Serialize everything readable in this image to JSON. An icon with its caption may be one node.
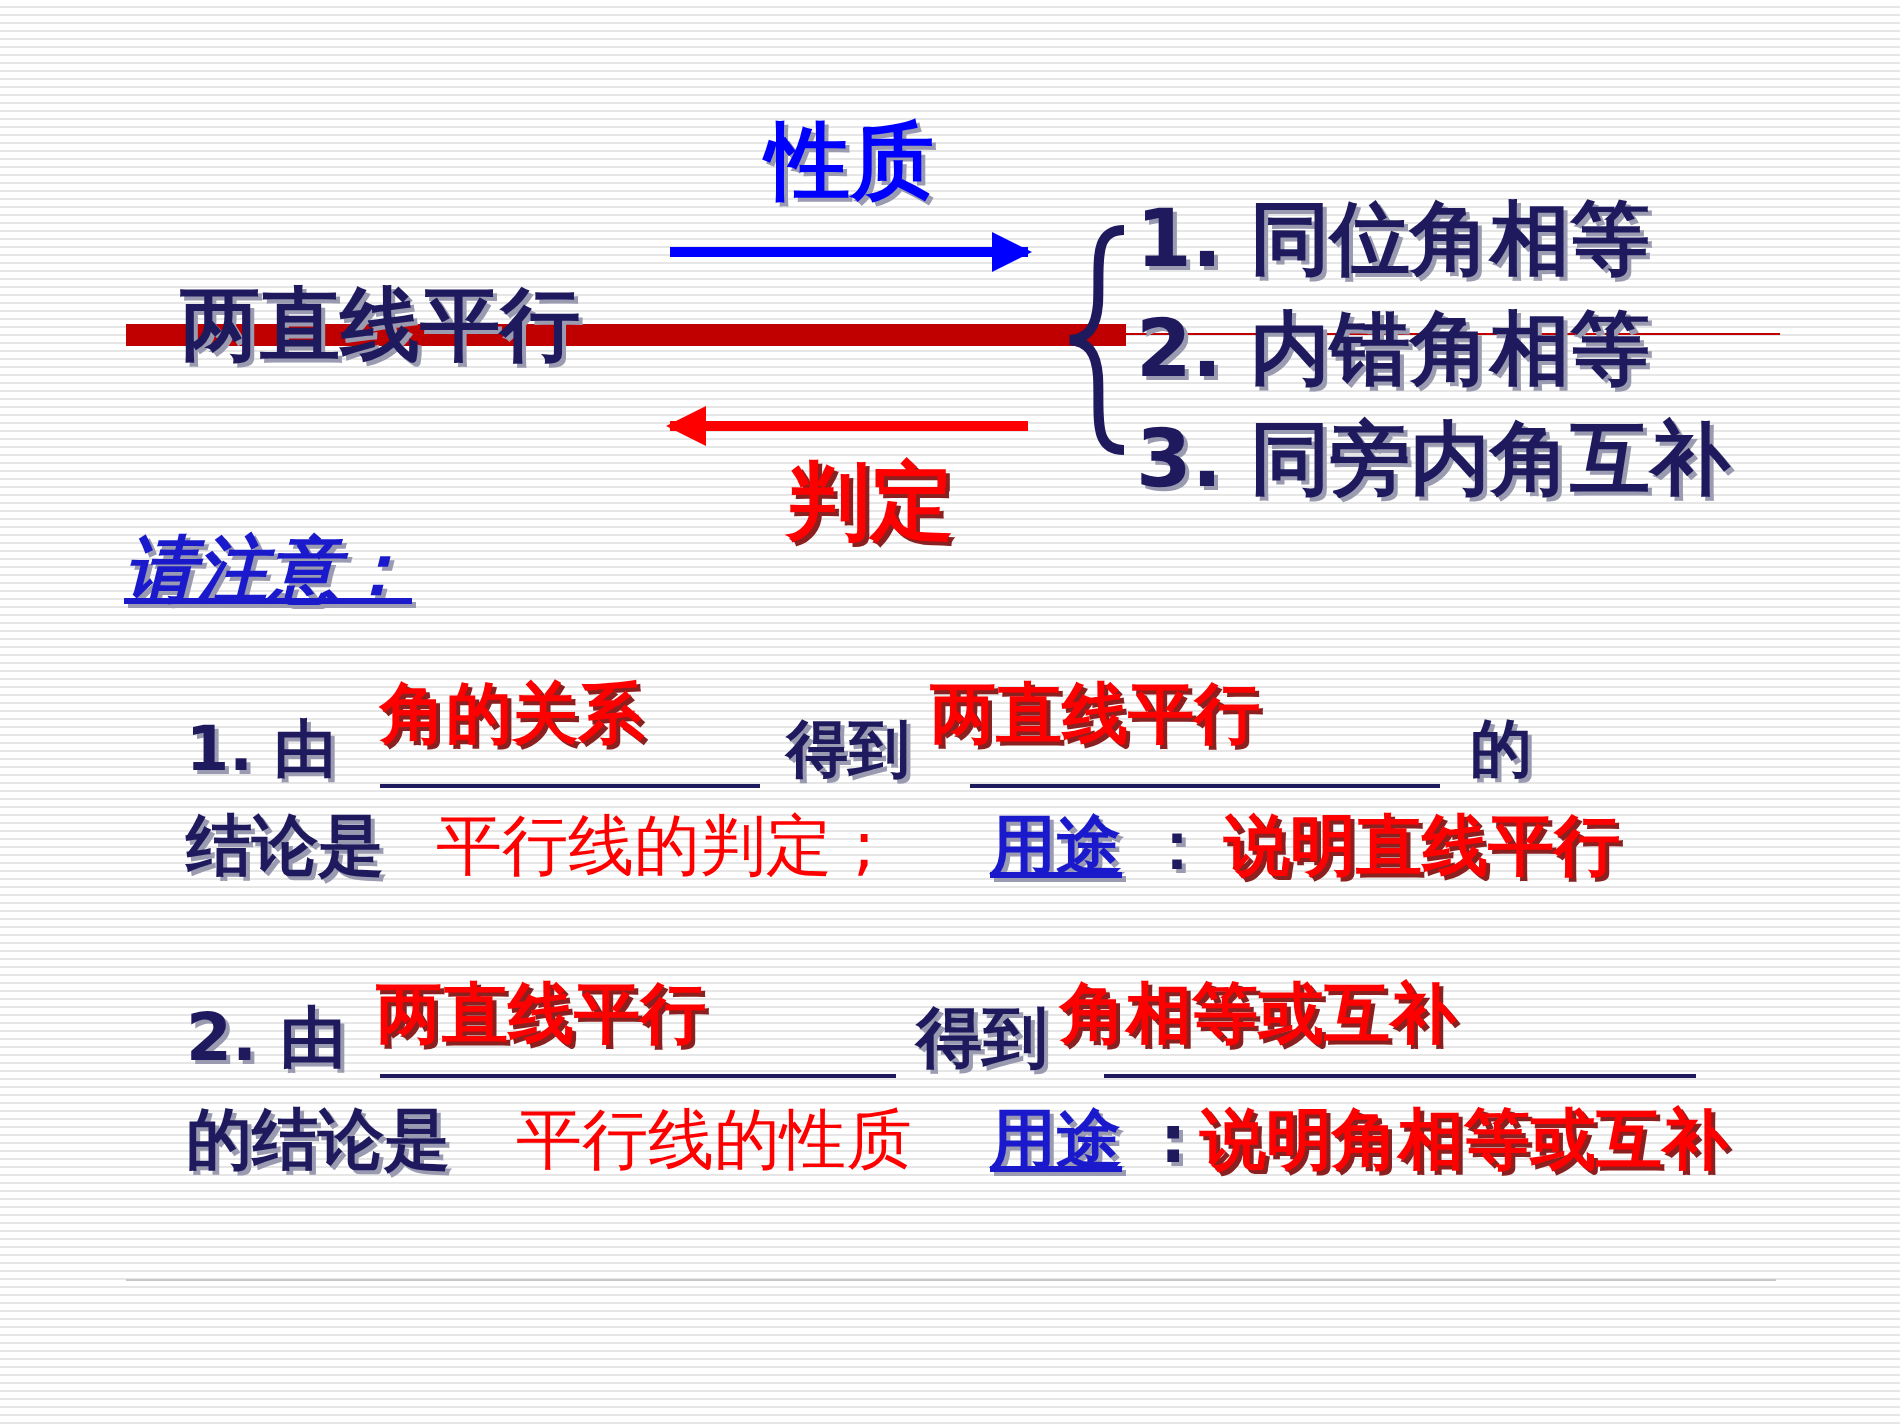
{
  "diagram": {
    "nodes": [
      {
        "text": [
          "两直线平行"
        ]
      },
      {
        "text": [
          "1. 同位角相等",
          "2. 内错角相等",
          "3. 同旁内角互补"
        ]
      }
    ],
    "edges": [
      {
        "from": 0,
        "to": 1,
        "arrow": "to",
        "label": "性质",
        "color": "#0000ff"
      },
      {
        "from": 1,
        "to": 0,
        "arrow": "to",
        "label": "判定",
        "color": "#ff0000"
      }
    ],
    "labels": [
      "请注意：",
      "1. 由",
      "角的关系",
      "得到",
      "两直线平行",
      "的",
      "结论是",
      "平行线的判定 ;",
      "用途",
      "：",
      "说明直线平行",
      "2. 由",
      "两直线平行",
      "得到",
      "角相等或互补",
      "的结论是",
      "平行线的性质",
      "用途",
      ":",
      "说明角相等或互补"
    ]
  }
}
